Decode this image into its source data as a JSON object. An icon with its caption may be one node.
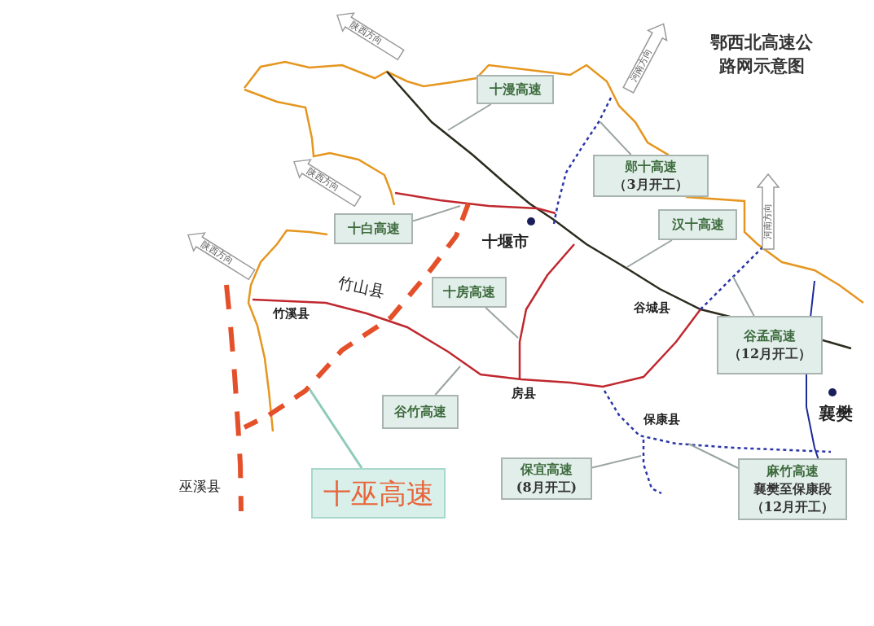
{
  "diagram": {
    "title": "鄂西北高速公路网示意图",
    "nodes": [
      {
        "text": [
          "十漫高速"
        ]
      },
      {
        "text": [
          "郧十高速",
          "（3月开工）"
        ]
      },
      {
        "text": [
          "十白高速"
        ]
      },
      {
        "text": [
          "汉十高速"
        ]
      },
      {
        "text": [
          "十房高速"
        ]
      },
      {
        "text": [
          "谷孟高速",
          "（12月开工）"
        ]
      },
      {
        "text": [
          "谷竹高速"
        ]
      },
      {
        "text": [
          "十巫高速"
        ]
      },
      {
        "text": [
          "保宜高速",
          "(8月开工)"
        ]
      },
      {
        "text": [
          "麻竹高速",
          "襄樊至保康段",
          "（12月开工）"
        ]
      }
    ],
    "edges": [
      {
        "from": 0,
        "to": null,
        "arrow": "none"
      },
      {
        "from": 1,
        "to": null,
        "arrow": "none"
      },
      {
        "from": 2,
        "to": null,
        "arrow": "none"
      },
      {
        "from": 3,
        "to": null,
        "arrow": "none"
      },
      {
        "from": 4,
        "to": null,
        "arrow": "none"
      },
      {
        "from": 5,
        "to": null,
        "arrow": "none"
      },
      {
        "from": 6,
        "to": null,
        "arrow": "none"
      },
      {
        "from": 7,
        "to": null,
        "arrow": "none"
      },
      {
        "from": 8,
        "to": null,
        "arrow": "none"
      },
      {
        "from": 9,
        "to": null,
        "arrow": "none"
      }
    ],
    "labels": [
      "陕西方向",
      "河南方向",
      "陕西方向",
      "河南方向",
      "十堰市",
      "陕西方向",
      "竹山县",
      "竹溪县",
      "谷城县",
      "房县",
      "保康县",
      "襄樊",
      "巫溪县"
    ]
  }
}
